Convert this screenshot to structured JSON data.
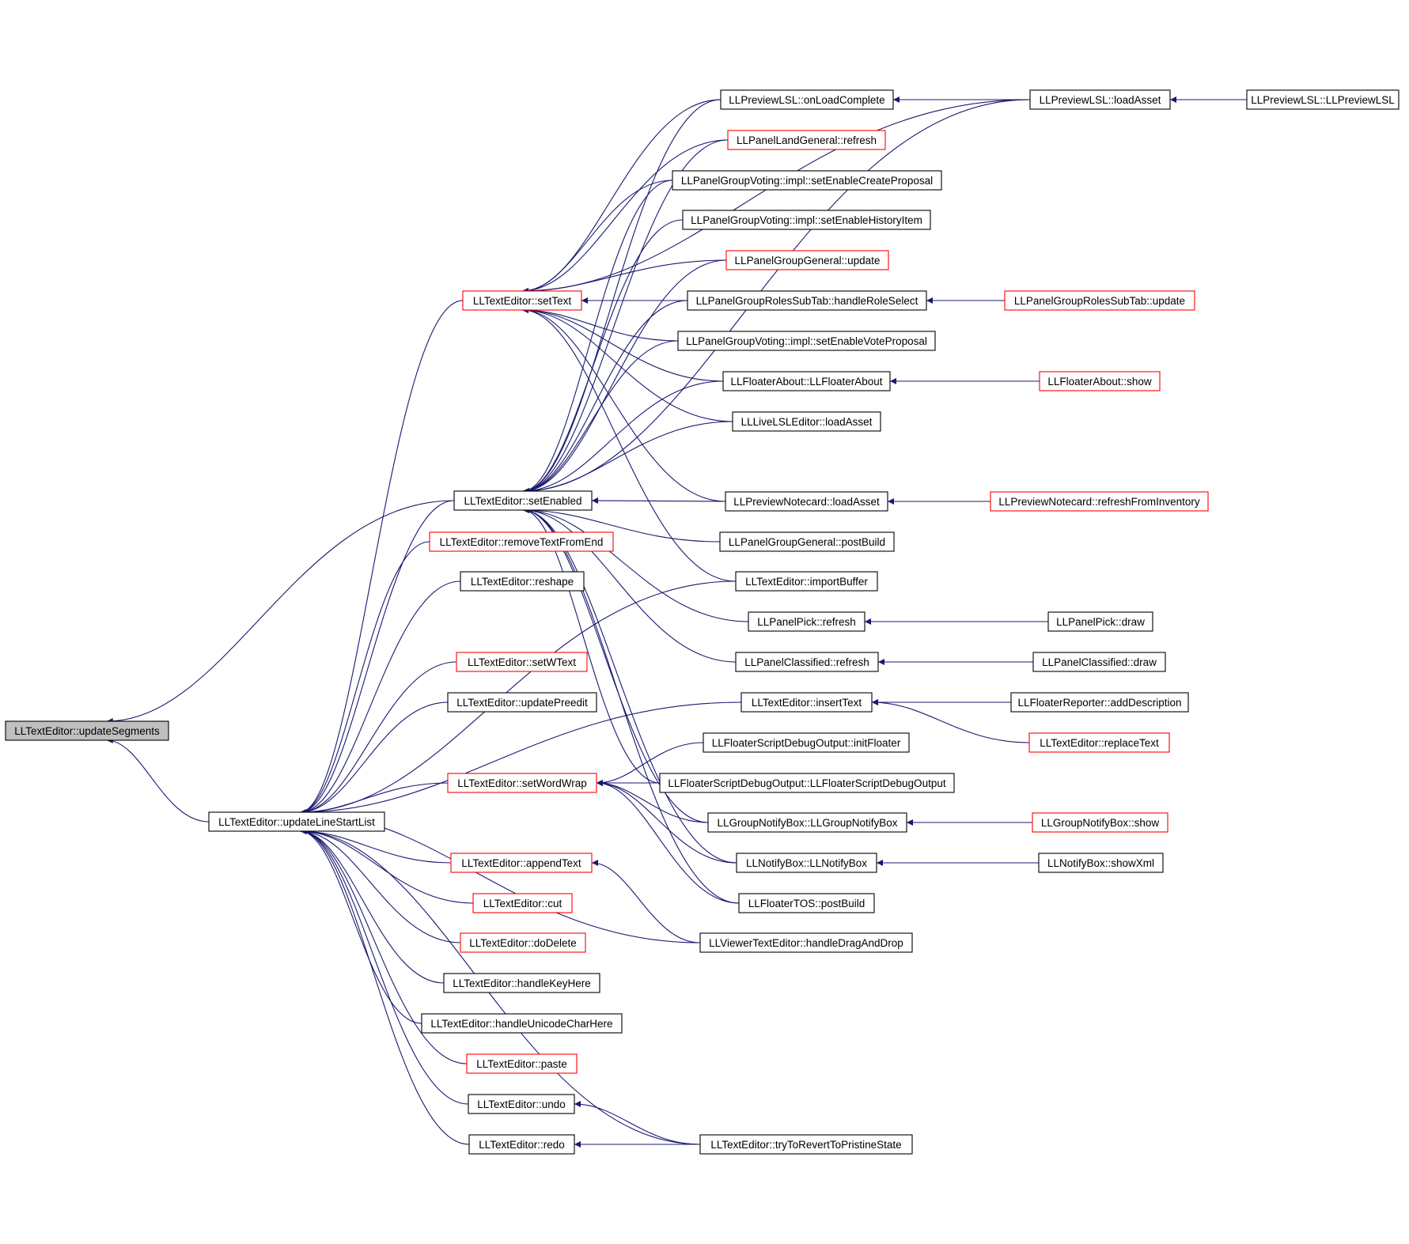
{
  "colors": {
    "edge": "#191970",
    "arrowhead": "#191970",
    "node_border_default": "#000000",
    "node_border_truncated": "#ff0000",
    "root_fill": "#bfbfbf"
  },
  "nodes": [
    {
      "id": "updateSegments",
      "label": "LLTextEditor::updateSegments",
      "style": "root"
    },
    {
      "id": "updateLineStartList",
      "label": "LLTextEditor::updateLineStartList",
      "style": "default"
    },
    {
      "id": "setText",
      "label": "LLTextEditor::setText",
      "style": "truncated"
    },
    {
      "id": "setEnabled",
      "label": "LLTextEditor::setEnabled",
      "style": "default"
    },
    {
      "id": "removeTextFromEnd",
      "label": "LLTextEditor::removeTextFromEnd",
      "style": "truncated"
    },
    {
      "id": "reshape",
      "label": "LLTextEditor::reshape",
      "style": "default"
    },
    {
      "id": "setWText",
      "label": "LLTextEditor::setWText",
      "style": "truncated"
    },
    {
      "id": "updatePreedit",
      "label": "LLTextEditor::updatePreedit",
      "style": "default"
    },
    {
      "id": "setWordWrap",
      "label": "LLTextEditor::setWordWrap",
      "style": "truncated"
    },
    {
      "id": "appendText",
      "label": "LLTextEditor::appendText",
      "style": "truncated"
    },
    {
      "id": "cut",
      "label": "LLTextEditor::cut",
      "style": "truncated"
    },
    {
      "id": "doDelete",
      "label": "LLTextEditor::doDelete",
      "style": "truncated"
    },
    {
      "id": "handleKeyHere",
      "label": "LLTextEditor::handleKeyHere",
      "style": "default"
    },
    {
      "id": "handleUnicodeCharHere",
      "label": "LLTextEditor::handleUnicodeCharHere",
      "style": "default"
    },
    {
      "id": "paste",
      "label": "LLTextEditor::paste",
      "style": "truncated"
    },
    {
      "id": "undo",
      "label": "LLTextEditor::undo",
      "style": "default"
    },
    {
      "id": "redo",
      "label": "LLTextEditor::redo",
      "style": "default"
    },
    {
      "id": "onLoadComplete",
      "label": "LLPreviewLSL::onLoadComplete",
      "style": "default"
    },
    {
      "id": "landGeneralRefresh",
      "label": "LLPanelLandGeneral::refresh",
      "style": "truncated"
    },
    {
      "id": "setEnableCreateProposal",
      "label": "LLPanelGroupVoting::impl::setEnableCreateProposal",
      "style": "default"
    },
    {
      "id": "setEnableHistoryItem",
      "label": "LLPanelGroupVoting::impl::setEnableHistoryItem",
      "style": "default"
    },
    {
      "id": "groupGeneralUpdate",
      "label": "LLPanelGroupGeneral::update",
      "style": "truncated"
    },
    {
      "id": "handleRoleSelect",
      "label": "LLPanelGroupRolesSubTab::handleRoleSelect",
      "style": "default"
    },
    {
      "id": "setEnableVoteProposal",
      "label": "LLPanelGroupVoting::impl::setEnableVoteProposal",
      "style": "default"
    },
    {
      "id": "floaterAboutCtor",
      "label": "LLFloaterAbout::LLFloaterAbout",
      "style": "default"
    },
    {
      "id": "liveLoadAsset",
      "label": "LLLiveLSLEditor::loadAsset",
      "style": "default"
    },
    {
      "id": "notecardLoadAsset",
      "label": "LLPreviewNotecard::loadAsset",
      "style": "default"
    },
    {
      "id": "groupGeneralPostBuild",
      "label": "LLPanelGroupGeneral::postBuild",
      "style": "default"
    },
    {
      "id": "importBuffer",
      "label": "LLTextEditor::importBuffer",
      "style": "default"
    },
    {
      "id": "panelPickRefresh",
      "label": "LLPanelPick::refresh",
      "style": "default"
    },
    {
      "id": "classifiedRefresh",
      "label": "LLPanelClassified::refresh",
      "style": "default"
    },
    {
      "id": "insertText",
      "label": "LLTextEditor::insertText",
      "style": "default"
    },
    {
      "id": "initFloater",
      "label": "LLFloaterScriptDebugOutput::initFloater",
      "style": "default"
    },
    {
      "id": "scriptDebugCtor",
      "label": "LLFloaterScriptDebugOutput::LLFloaterScriptDebugOutput",
      "style": "default"
    },
    {
      "id": "groupNotifyCtor",
      "label": "LLGroupNotifyBox::LLGroupNotifyBox",
      "style": "default"
    },
    {
      "id": "notifyBoxCtor",
      "label": "LLNotifyBox::LLNotifyBox",
      "style": "default"
    },
    {
      "id": "tosPostBuild",
      "label": "LLFloaterTOS::postBuild",
      "style": "default"
    },
    {
      "id": "handleDragAndDrop",
      "label": "LLViewerTextEditor::handleDragAndDrop",
      "style": "default"
    },
    {
      "id": "tryToRevert",
      "label": "LLTextEditor::tryToRevertToPristineState",
      "style": "default"
    },
    {
      "id": "lslLoadAsset",
      "label": "LLPreviewLSL::loadAsset",
      "style": "default"
    },
    {
      "id": "lslCtor",
      "label": "LLPreviewLSL::LLPreviewLSL",
      "style": "default"
    },
    {
      "id": "rolesSubTabUpdate",
      "label": "LLPanelGroupRolesSubTab::update",
      "style": "truncated"
    },
    {
      "id": "floaterAboutShow",
      "label": "LLFloaterAbout::show",
      "style": "truncated"
    },
    {
      "id": "refreshFromInventory",
      "label": "LLPreviewNotecard::refreshFromInventory",
      "style": "truncated"
    },
    {
      "id": "panelPickDraw",
      "label": "LLPanelPick::draw",
      "style": "default"
    },
    {
      "id": "classifiedDraw",
      "label": "LLPanelClassified::draw",
      "style": "default"
    },
    {
      "id": "addDescription",
      "label": "LLFloaterReporter::addDescription",
      "style": "default"
    },
    {
      "id": "replaceText",
      "label": "LLTextEditor::replaceText",
      "style": "truncated"
    },
    {
      "id": "groupNotifyShow",
      "label": "LLGroupNotifyBox::show",
      "style": "truncated"
    },
    {
      "id": "showXml",
      "label": "LLNotifyBox::showXml",
      "style": "default"
    }
  ],
  "edges": [
    [
      "setEnabled",
      "updateSegments"
    ],
    [
      "updateLineStartList",
      "updateSegments"
    ],
    [
      "setText",
      "updateLineStartList"
    ],
    [
      "setEnabled",
      "updateLineStartList"
    ],
    [
      "removeTextFromEnd",
      "updateLineStartList"
    ],
    [
      "reshape",
      "updateLineStartList"
    ],
    [
      "setWText",
      "updateLineStartList"
    ],
    [
      "updatePreedit",
      "updateLineStartList"
    ],
    [
      "setWordWrap",
      "updateLineStartList"
    ],
    [
      "appendText",
      "updateLineStartList"
    ],
    [
      "cut",
      "updateLineStartList"
    ],
    [
      "doDelete",
      "updateLineStartList"
    ],
    [
      "handleKeyHere",
      "updateLineStartList"
    ],
    [
      "handleUnicodeCharHere",
      "updateLineStartList"
    ],
    [
      "paste",
      "updateLineStartList"
    ],
    [
      "undo",
      "updateLineStartList"
    ],
    [
      "redo",
      "updateLineStartList"
    ],
    [
      "importBuffer",
      "updateLineStartList"
    ],
    [
      "insertText",
      "updateLineStartList"
    ],
    [
      "handleDragAndDrop",
      "updateLineStartList"
    ],
    [
      "tryToRevert",
      "updateLineStartList"
    ],
    [
      "onLoadComplete",
      "setText"
    ],
    [
      "landGeneralRefresh",
      "setText"
    ],
    [
      "setEnableCreateProposal",
      "setText"
    ],
    [
      "groupGeneralUpdate",
      "setText"
    ],
    [
      "handleRoleSelect",
      "setText"
    ],
    [
      "setEnableVoteProposal",
      "setText"
    ],
    [
      "floaterAboutCtor",
      "setText"
    ],
    [
      "liveLoadAsset",
      "setText"
    ],
    [
      "notecardLoadAsset",
      "setText"
    ],
    [
      "importBuffer",
      "setText"
    ],
    [
      "lslLoadAsset",
      "setText"
    ],
    [
      "onLoadComplete",
      "setEnabled"
    ],
    [
      "landGeneralRefresh",
      "setEnabled"
    ],
    [
      "setEnableCreateProposal",
      "setEnabled"
    ],
    [
      "setEnableHistoryItem",
      "setEnabled"
    ],
    [
      "groupGeneralUpdate",
      "setEnabled"
    ],
    [
      "handleRoleSelect",
      "setEnabled"
    ],
    [
      "setEnableVoteProposal",
      "setEnabled"
    ],
    [
      "floaterAboutCtor",
      "setEnabled"
    ],
    [
      "liveLoadAsset",
      "setEnabled"
    ],
    [
      "notecardLoadAsset",
      "setEnabled"
    ],
    [
      "groupGeneralPostBuild",
      "setEnabled"
    ],
    [
      "panelPickRefresh",
      "setEnabled"
    ],
    [
      "classifiedRefresh",
      "setEnabled"
    ],
    [
      "scriptDebugCtor",
      "setEnabled"
    ],
    [
      "groupNotifyCtor",
      "setEnabled"
    ],
    [
      "notifyBoxCtor",
      "setEnabled"
    ],
    [
      "tosPostBuild",
      "setEnabled"
    ],
    [
      "lslLoadAsset",
      "setEnabled"
    ],
    [
      "initFloater",
      "setWordWrap"
    ],
    [
      "scriptDebugCtor",
      "setWordWrap"
    ],
    [
      "groupNotifyCtor",
      "setWordWrap"
    ],
    [
      "notifyBoxCtor",
      "setWordWrap"
    ],
    [
      "tosPostBuild",
      "setWordWrap"
    ],
    [
      "handleDragAndDrop",
      "appendText"
    ],
    [
      "tryToRevert",
      "undo"
    ],
    [
      "tryToRevert",
      "redo"
    ],
    [
      "lslLoadAsset",
      "onLoadComplete"
    ],
    [
      "lslCtor",
      "lslLoadAsset"
    ],
    [
      "rolesSubTabUpdate",
      "handleRoleSelect"
    ],
    [
      "floaterAboutShow",
      "floaterAboutCtor"
    ],
    [
      "refreshFromInventory",
      "notecardLoadAsset"
    ],
    [
      "panelPickDraw",
      "panelPickRefresh"
    ],
    [
      "classifiedDraw",
      "classifiedRefresh"
    ],
    [
      "addDescription",
      "insertText"
    ],
    [
      "replaceText",
      "insertText"
    ],
    [
      "groupNotifyShow",
      "groupNotifyCtor"
    ],
    [
      "showXml",
      "notifyBoxCtor"
    ]
  ]
}
